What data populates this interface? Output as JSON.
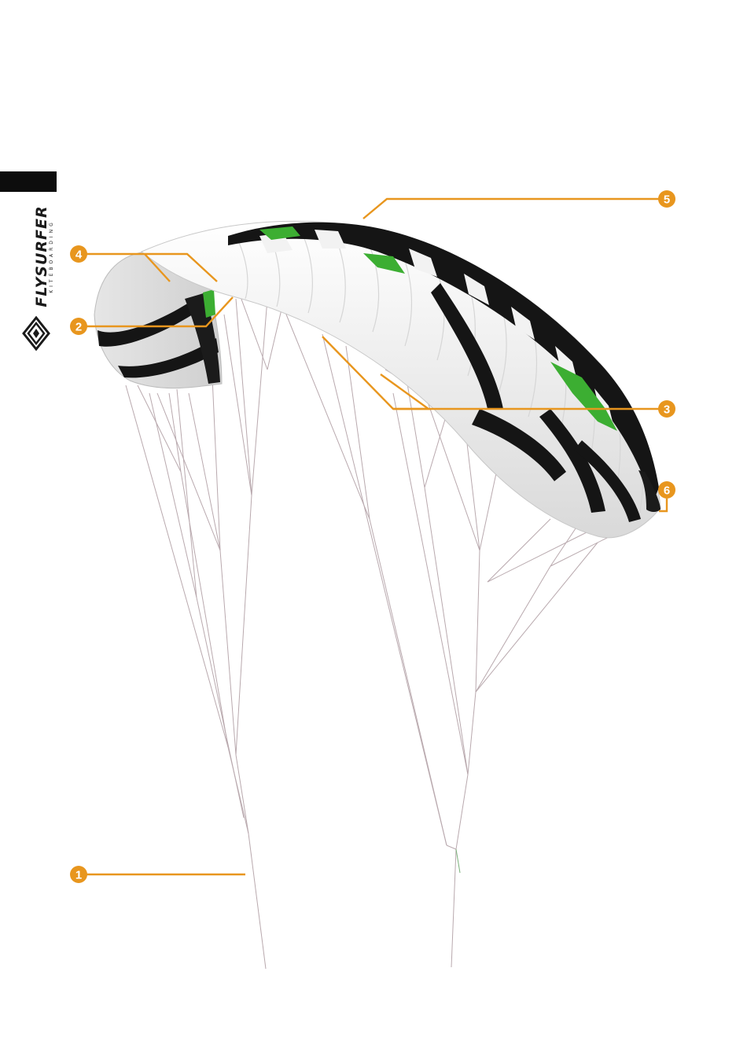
{
  "brand": {
    "name": "FLYSURFER",
    "tagline": "KITEBOARDING",
    "logo_icon": "flysurfer-logo-icon"
  },
  "colors": {
    "callout": "#e8961e",
    "canopy_dark": "#151515",
    "canopy_light": "#f2f2f2",
    "canopy_accent": "#3cae32",
    "lines": "#b9a9ae"
  },
  "callouts": [
    {
      "number": "1"
    },
    {
      "number": "2"
    },
    {
      "number": "3"
    },
    {
      "number": "4"
    },
    {
      "number": "5"
    },
    {
      "number": "6"
    }
  ]
}
